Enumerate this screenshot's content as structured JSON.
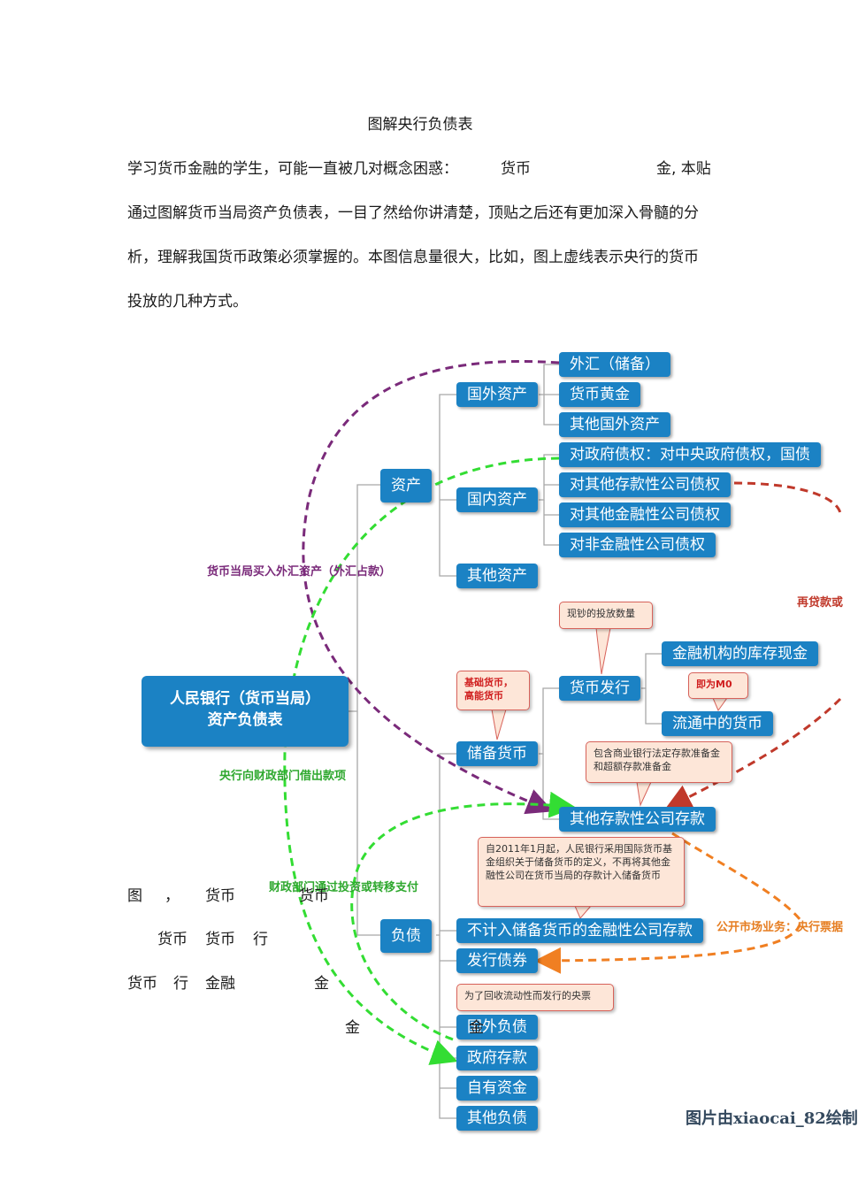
{
  "title": "图解央行负债表",
  "intro": {
    "line1": "学习货币金融的学生，可能一直被几对概念困惑：",
    "line1_frag1": "货币",
    "line1_frag2": "金, 本贴",
    "line2": "通过图解货币当局资产负债表，一目了然给你讲清楚，顶贴之后还有更加深入骨髓的分",
    "line3": "析，理解我国货币政策必须掌握的。本图信息量很大，比如，图上虚线表示央行的货币",
    "line4": "投放的几种方式。"
  },
  "diagram": {
    "root": {
      "line1": "人民银行（货币当局）",
      "line2": "资产负债表"
    },
    "level1": {
      "assets": "资产",
      "liabilities": "负债"
    },
    "assets": {
      "foreign": "国外资产",
      "domestic": "国内资产",
      "other": "其他资产",
      "foreign_items": [
        "外汇（储备）",
        "货币黄金",
        "其他国外资产"
      ],
      "domestic_items": [
        "对政府债权：对中央政府债权，国债",
        "对其他存款性公司债权",
        "对其他金融性公司债权",
        "对非金融性公司债权"
      ]
    },
    "liabilities": {
      "reserve_money": "储备货币",
      "currency_issue": "货币发行",
      "vault_cash": "金融机构的库存现金",
      "circulation": "流通中的货币",
      "deposits": "其他存款性公司存款",
      "non_reserve_deposits": "不计入储备货币的金融性公司存款",
      "bonds": "发行债券",
      "foreign": "国外负债",
      "government": "政府存款",
      "own_funds": "自有资金",
      "other": "其他负债"
    },
    "notes": {
      "cash_quantity": "现钞的投放数量",
      "base_money": "基础货币，高能货币",
      "m0": "即为M0",
      "reserve_req": "包含商业银行法定存款准备金和超额存款准备金",
      "since_2011": "自2011年1月起，人民银行采用国际货币基金组织关于储备货币的定义，不再将其他金融性公司在货币当局的存款计入储备货币",
      "bills": "为了回收流动性而发行的央票"
    },
    "flows": {
      "fx_purchase": "货币当局买入外汇资产（外汇占款）",
      "lend_to_finance": "央行向财政部门借出款项",
      "fiscal_transfer": "财政部门通过投资或转移支付",
      "relending": "再贷款或",
      "open_market": "公开市场业务：央行票据"
    },
    "colors": {
      "node": "#1b82c4",
      "purple": "#7a2a7a",
      "green": "#33dd33",
      "red": "#c0392b",
      "orange": "#f07f22"
    },
    "credit": "图片由xiaocai_82绘制"
  },
  "overlay_fragments": {
    "f1": "图",
    "f2": "，",
    "f3": "货币",
    "f4": "货币",
    "f5": "货币",
    "f6": "货币",
    "f7": "行",
    "f8": "货币",
    "f9": "行",
    "f10": "金融",
    "f11": "金",
    "f12": "金",
    "f13": "金"
  }
}
